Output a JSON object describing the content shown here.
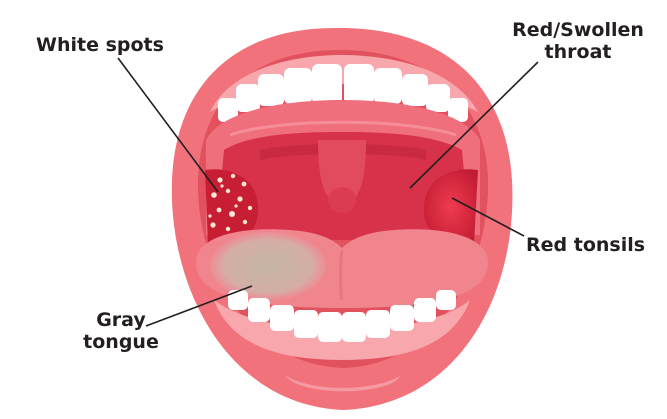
{
  "labels": {
    "white_spots": "White spots",
    "red_throat_line1": "Red/Swollen",
    "red_throat_line2": "throat",
    "red_tonsils": "Red tonsils",
    "gray_tongue_line1": "Gray",
    "gray_tongue_line2": "tongue"
  },
  "colors": {
    "lip_outer": "#f2727c",
    "lip_inner": "#e2525e",
    "mouth_cavity": "#ce3449",
    "palate": "#ef6f7c",
    "teeth": "#ffffff",
    "gum": "#f8a7ad",
    "throat": "#d8324a",
    "uvula": "#dc3b52",
    "tonsil": "#c81e34",
    "tonsil_glow": "#e8354a",
    "white_spot": "#fbe6d6",
    "tongue": "#f0858e",
    "tongue_gray_patch": "#c9b3a2",
    "leader_line": "#231f20",
    "text": "#231f20"
  },
  "icons": [
    "open-mouth-illustration"
  ]
}
